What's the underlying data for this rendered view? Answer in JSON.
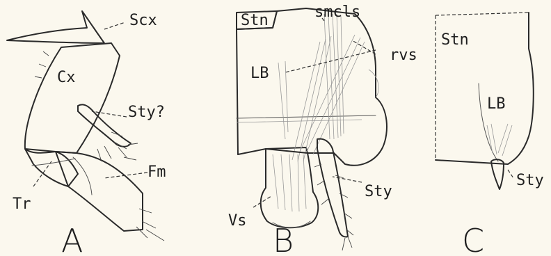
{
  "figure": {
    "panels": [
      {
        "letter": "A",
        "labels": [
          "Scx",
          "Cx",
          "Sty?",
          "Fm",
          "Tr"
        ]
      },
      {
        "letter": "B",
        "labels": [
          "Stn",
          "smcls",
          "rvs",
          "LB",
          "Sty",
          "Vs"
        ]
      },
      {
        "letter": "C",
        "labels": [
          "Stn",
          "LB",
          "Sty"
        ]
      }
    ]
  },
  "colors": {
    "paper": "#fbf8ee",
    "ink": "#2a2a2a"
  }
}
